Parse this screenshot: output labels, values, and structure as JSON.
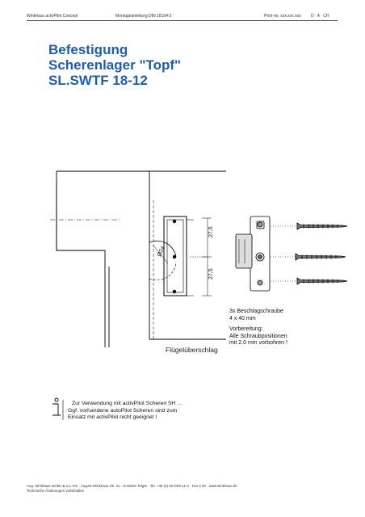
{
  "header": {
    "company": "Winkhaus activPilot Concept",
    "doc": "Montageanleitung DIN 18104-2",
    "print_no": "Print-no. xxx.xxx.xxx",
    "countries": "D · A · CH"
  },
  "title": {
    "line1": "Befestigung",
    "line2": "Scherenlager \"Topf\"",
    "line3": "SL.SWTF 18-12"
  },
  "drawing": {
    "dim_upper": "27,5",
    "dim_lower": "27,5",
    "dim_diameter": "Ø24",
    "label_fluegel": "Flügelüberschlag"
  },
  "screws": {
    "line1": "3x Beschlagschraube",
    "line2": "4 x 40 mm"
  },
  "preparation": {
    "line1": "Vorbereitung:",
    "line2": "Alle Schraubpositionen",
    "line3": "mit 2.0 mm vorbohren !"
  },
  "info_note": {
    "line1": "Zur Verwendung mit activPilot Scheren SH ...",
    "line2": "Ggf. vorhandene autoPilot Scheren sind zum",
    "line3": "Einsatz mit activPilot nicht geeignet !"
  },
  "footer": {
    "line1": "Aug. Winkhaus GmbH & Co. KG · August-Winkhaus-Str. 31 · D-48291 Telgte · Tel. +49 (0) 25 04/9 21-0 · Fax 0 40 · www.winkhaus.de",
    "line2": "Technische Änderungen vorbehalten"
  },
  "colors": {
    "title": "#1f5fa8",
    "line": "#000000"
  },
  "icons": [
    "info-icon"
  ]
}
